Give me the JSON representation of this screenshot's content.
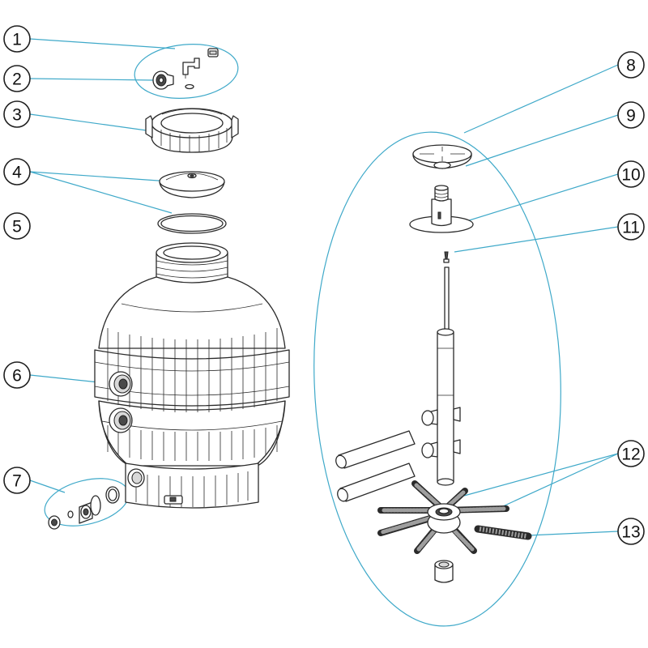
{
  "diagram": {
    "callouts": [
      {
        "id": "1",
        "label": "1"
      },
      {
        "id": "2",
        "label": "2"
      },
      {
        "id": "3",
        "label": "3"
      },
      {
        "id": "4",
        "label": "4"
      },
      {
        "id": "5",
        "label": "5"
      },
      {
        "id": "6",
        "label": "6"
      },
      {
        "id": "7",
        "label": "7"
      },
      {
        "id": "8",
        "label": "8"
      },
      {
        "id": "9",
        "label": "9"
      },
      {
        "id": "10",
        "label": "10"
      },
      {
        "id": "11",
        "label": "11"
      },
      {
        "id": "12",
        "label": "12"
      },
      {
        "id": "13",
        "label": "13"
      }
    ],
    "colors": {
      "leader": "#3fa9c9",
      "outline": "#2a2a2a",
      "fill": "#ffffff"
    }
  }
}
